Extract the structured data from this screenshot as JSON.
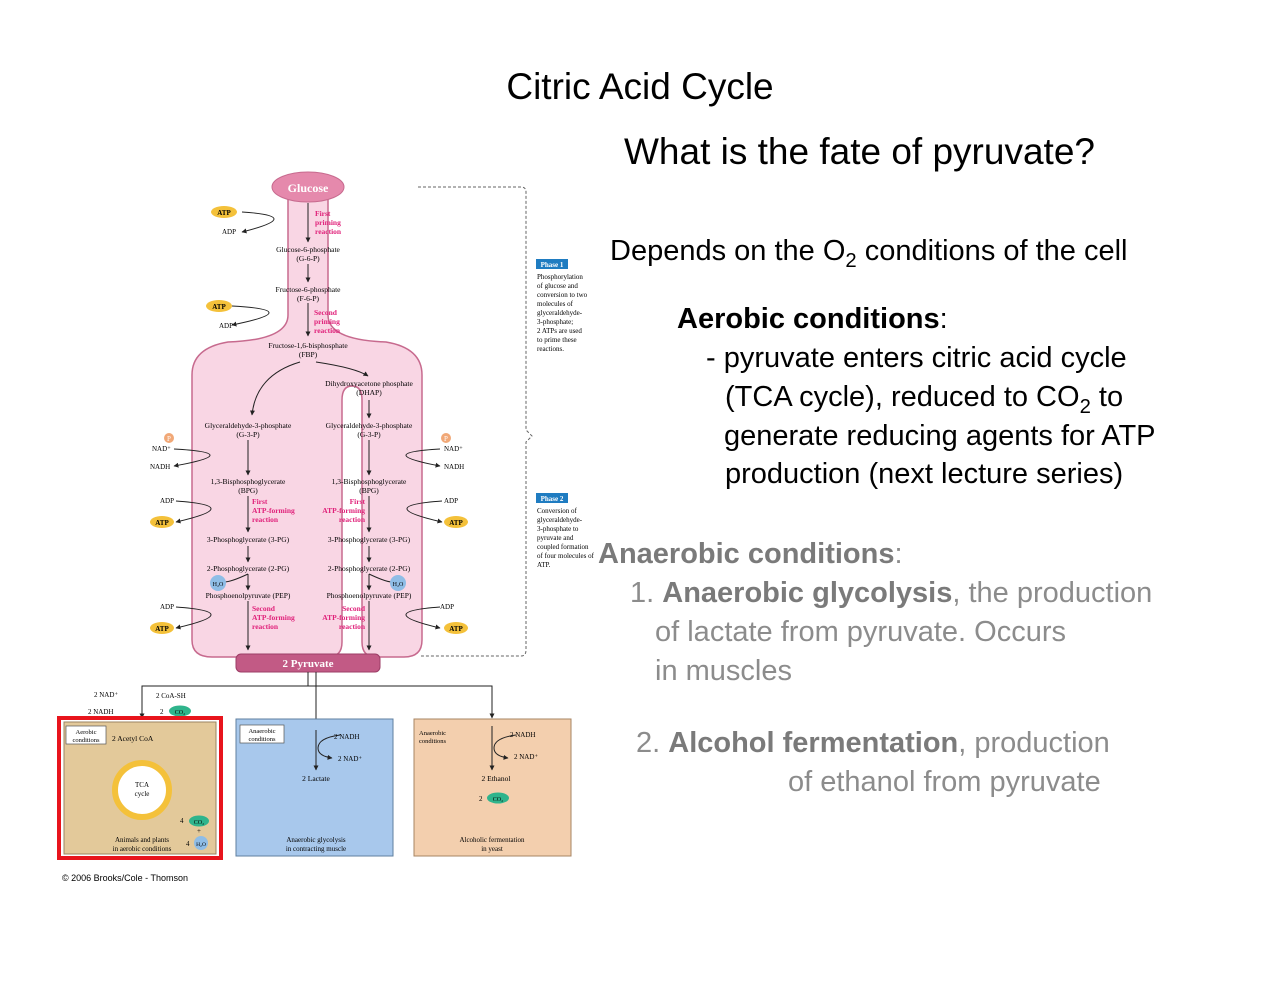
{
  "slide": {
    "title": "Citric Acid Cycle",
    "question": "What is the fate of pyruvate?",
    "depends_pre": "Depends on the O",
    "depends_sub": "2",
    "depends_post": " conditions of the cell",
    "aerobic_heading": "Aerobic conditions",
    "colon": ":",
    "aerobic_line1": "- pyruvate enters citric acid cycle",
    "aerobic_line2_pre": "(TCA cycle), reduced to CO",
    "aerobic_line2_sub": "2",
    "aerobic_line2_post": " to",
    "aerobic_line3": "generate reducing agents for ATP",
    "aerobic_line4": "production (next lecture series)",
    "anaerobic_heading": "Anaerobic conditions",
    "item1_num": "1. ",
    "item1_bold": "Anaerobic glycolysis",
    "item1_rest": ", the production",
    "item1_line2": "of lactate from pyruvate. Occurs",
    "item1_line3": "in muscles",
    "item2_num": "2. ",
    "item2_bold": "Alcohol fermentation",
    "item2_rest": ", production",
    "item2_line2": "of ethanol from pyruvate"
  },
  "figure": {
    "glucose": "Glucose",
    "atp": "ATP",
    "adp": "ADP",
    "nad": "NAD⁺",
    "nadh": "NADH",
    "p": "P",
    "h2o": "H₂O",
    "first_priming": [
      "First",
      "priming",
      "reaction"
    ],
    "second_priming": [
      "Second",
      "priming",
      "reaction"
    ],
    "g6p": [
      "Glucose-6-phosphate",
      "(G-6-P)"
    ],
    "f6p": [
      "Fructose-6-phosphate",
      "(F-6-P)"
    ],
    "fbp": [
      "Fructose-1,6-bisphosphate",
      "(FBP)"
    ],
    "dhap": [
      "Dihydroxyacetone phosphate",
      "(DHAP)"
    ],
    "g3p": [
      "Glyceraldehyde-3-phosphate",
      "(G-3-P)"
    ],
    "bpg": [
      "1,3-Bisphosphoglycerate",
      "(BPG)"
    ],
    "first_atp_forming": [
      "First",
      "ATP-forming",
      "reaction"
    ],
    "pg3": "3-Phosphoglycerate (3-PG)",
    "pg2": "2-Phosphoglycerate (2-PG)",
    "pep": "Phosphoenolpyruvate (PEP)",
    "second_atp_forming": [
      "Second",
      "ATP-forming",
      "reaction"
    ],
    "pyruvate": "2 Pyruvate",
    "phase1_label": "Phase 1",
    "phase1_text": [
      "Phosphorylation",
      "of glucose and",
      "conversion to two",
      "molecules of",
      "glyceraldehyde-",
      "3-phosphate;",
      "2 ATPs are used",
      "to prime these",
      "reactions."
    ],
    "phase2_label": "Phase 2",
    "phase2_text": [
      "Conversion of",
      "glyceraldehyde-",
      "3-phosphate to",
      "pyruvate and",
      "coupled formation",
      "of four molecules of",
      "ATP."
    ],
    "coash": "2 CoA-SH",
    "nad2": "2 NAD⁺",
    "nadh2": "2 NADH",
    "co2": "CO₂",
    "two": "2",
    "four": "4",
    "plus": "+",
    "aerobic_box": [
      "Aerobic",
      "conditions"
    ],
    "acetyl": "2 Acetyl CoA",
    "tca": [
      "TCA",
      "cycle"
    ],
    "animals": [
      "Animals and plants",
      "in aerobic conditions"
    ],
    "anaerobic_box": [
      "Anaerobic",
      "conditions"
    ],
    "lactate": "2 Lactate",
    "anaerobic_muscle": [
      "Anaerobic glycolysis",
      "in contracting muscle"
    ],
    "ethanol": "2 Ethanol",
    "alcoholic": [
      "Alcoholic fermentation",
      "in yeast"
    ],
    "copyright": "© 2006 Brooks/Cole - Thomson"
  },
  "colors": {
    "pink_fill": "#f9d6e4",
    "pink_stroke": "#c76a8e",
    "magenta_text": "#e0217a",
    "aerobic_fill": "#e3c99a",
    "anaerobic_fill": "#a8c8ec",
    "yeast_fill": "#f3cfae",
    "highlight_red": "#e8141c",
    "atp_yellow": "#f4c13a",
    "co2_green": "#2fb48c",
    "phase_blue": "#1f7cc1"
  }
}
